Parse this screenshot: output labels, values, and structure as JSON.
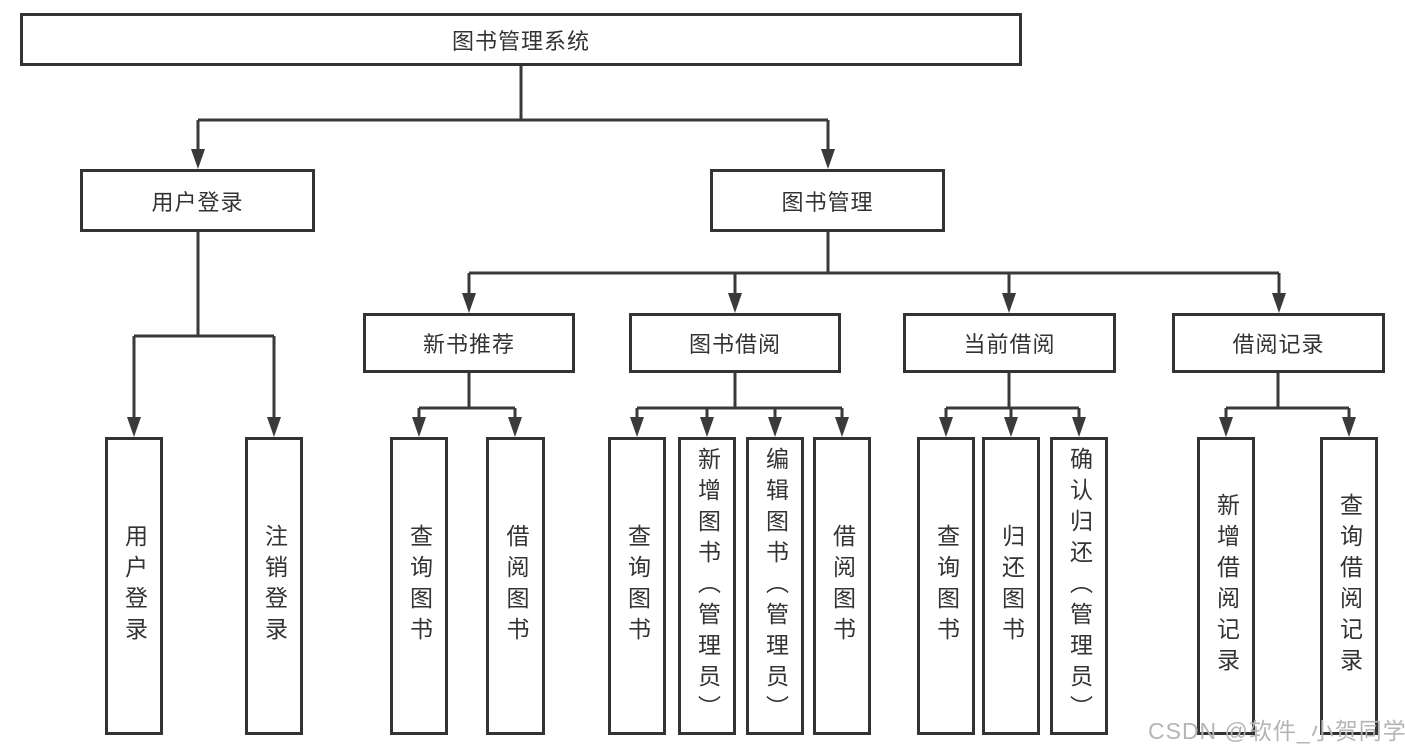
{
  "colors": {
    "line": "#3a3a3a",
    "box_border": "#333333",
    "text": "#333333",
    "background": "#ffffff",
    "watermark": "#b5b5b5"
  },
  "tree": {
    "root": {
      "label": "图书管理系统"
    },
    "branches": [
      {
        "label": "用户登录",
        "children": [
          "用户登录",
          "注销登录"
        ]
      },
      {
        "label": "图书管理",
        "children": [
          {
            "label": "新书推荐",
            "children": [
              "查询图书",
              "借阅图书"
            ]
          },
          {
            "label": "图书借阅",
            "children": [
              "查询图书",
              "新增图书（管理员）",
              "编辑图书（管理员）",
              "借阅图书"
            ]
          },
          {
            "label": "当前借阅",
            "children": [
              "查询图书",
              "归还图书",
              "确认归还（管理员）"
            ]
          },
          {
            "label": "借阅记录",
            "children": [
              "新增借阅记录",
              "查询借阅记录"
            ]
          }
        ]
      }
    ]
  },
  "watermark": {
    "text": "CSDN @软件_小贺同学"
  }
}
